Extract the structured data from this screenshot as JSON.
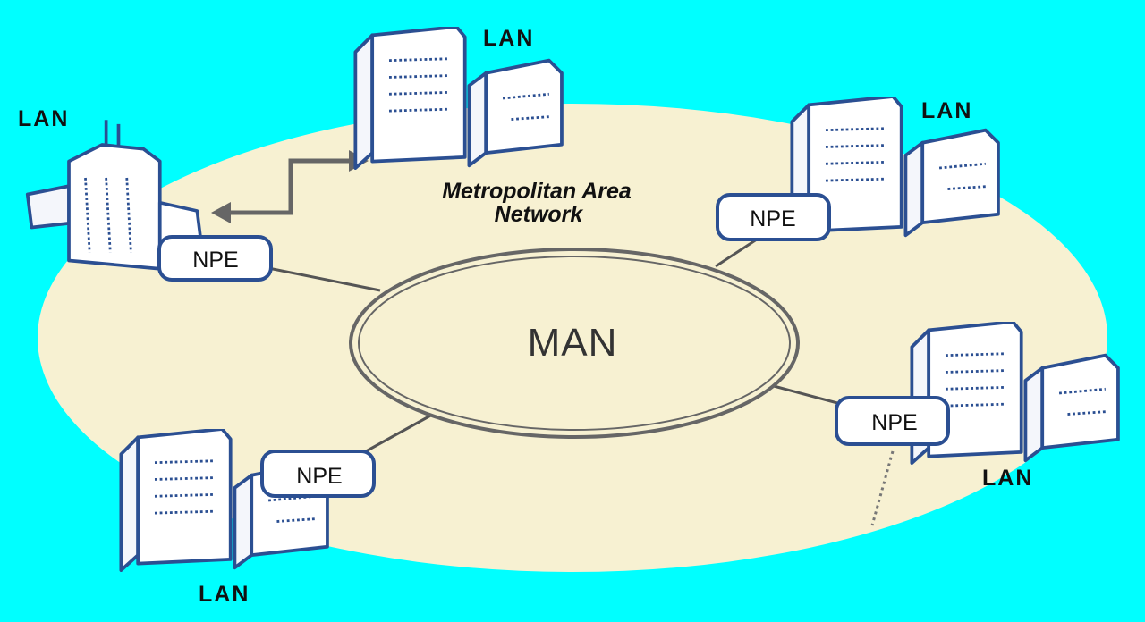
{
  "diagram": {
    "title_line1": "Metropolitan Area",
    "title_line2": "Network",
    "center_label": "MAN",
    "nodes": [
      {
        "lan_label": "LAN",
        "npe_label": "NPE"
      },
      {
        "lan_label": "LAN"
      },
      {
        "lan_label": "LAN",
        "npe_label": "NPE"
      },
      {
        "lan_label": "LAN",
        "npe_label": "NPE"
      },
      {
        "lan_label": "LAN",
        "npe_label": "NPE"
      }
    ]
  },
  "colors": {
    "background": "#00ffff",
    "area_fill": "#f7f1d2",
    "device_outline": "#2b4f92",
    "link": "#555555"
  }
}
